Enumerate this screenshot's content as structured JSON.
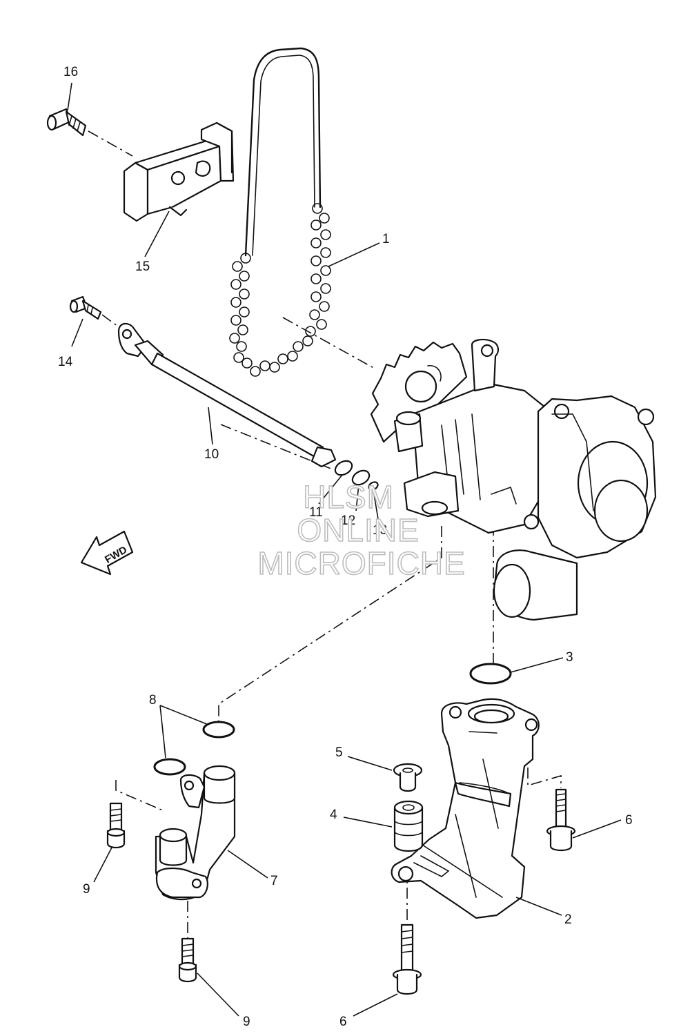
{
  "callouts": {
    "c1": "1",
    "c2": "2",
    "c3": "3",
    "c4": "4",
    "c5": "5",
    "c6a": "6",
    "c6b": "6",
    "c7": "7",
    "c8": "8",
    "c9a": "9",
    "c9b": "9",
    "c10": "10",
    "c11": "11",
    "c12": "12",
    "c13": "13",
    "c14": "14",
    "c15": "15",
    "c16": "16"
  },
  "direction_arrow": {
    "label": "FWD"
  },
  "watermark": {
    "line1": "HLSM",
    "line2": "ONLINE",
    "line3": "MICROFICHE"
  },
  "colors": {
    "ink": "#111111",
    "watermark_outline": "#bdbdbd",
    "background": "#ffffff"
  }
}
